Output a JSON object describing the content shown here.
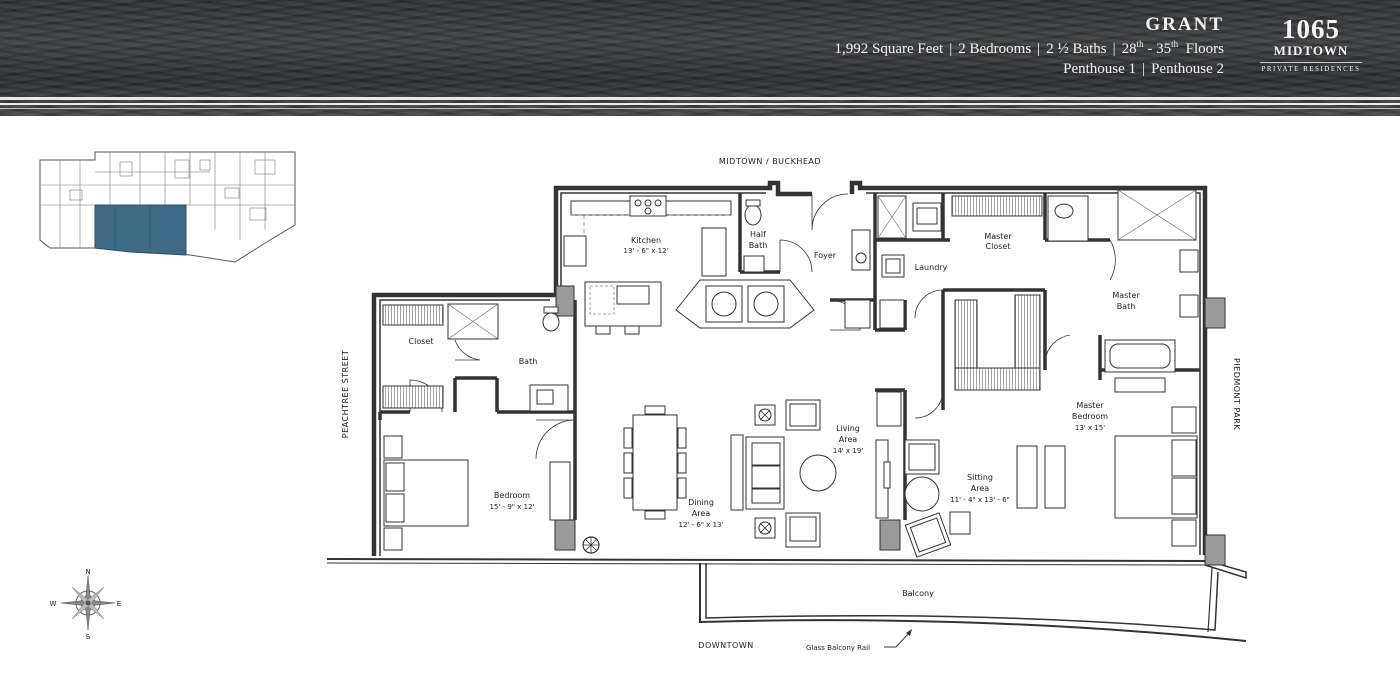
{
  "header": {
    "plan_name": "GRANT",
    "square_feet": "1,992 Square Feet",
    "bedrooms": "2 Bedrooms",
    "baths": "2 ½ Baths",
    "floors_from": "28",
    "floors_to": "35",
    "floors_sup": "th",
    "floors_word": "Floors",
    "unit_1": "Penthouse 1",
    "unit_2": "Penthouse 2"
  },
  "logo": {
    "number": "1065",
    "name": "MIDTOWN",
    "tagline": "PRIVATE RESIDENCES"
  },
  "directions": {
    "top": "MIDTOWN / BUCKHEAD",
    "left": "PEACHTREE STREET",
    "right": "PIEDMONT PARK",
    "bottom": "DOWNTOWN"
  },
  "compass": {
    "n": "N",
    "s": "S",
    "e": "E",
    "w": "W"
  },
  "rooms": {
    "kitchen": {
      "name": "Kitchen",
      "dims": "13' - 6\" x 12'"
    },
    "half_bath": {
      "name1": "Half",
      "name2": "Bath"
    },
    "foyer": {
      "name": "Foyer"
    },
    "laundry": {
      "name": "Laundry"
    },
    "master_closet": {
      "name1": "Master",
      "name2": "Closet"
    },
    "master_bath": {
      "name1": "Master",
      "name2": "Bath"
    },
    "closet": {
      "name": "Closet"
    },
    "bath": {
      "name": "Bath"
    },
    "bedroom": {
      "name": "Bedroom",
      "dims": "15' - 9\" x 12'"
    },
    "dining": {
      "name1": "Dining",
      "name2": "Area",
      "dims": "12' - 6\" x 13'"
    },
    "living": {
      "name1": "Living",
      "name2": "Area",
      "dims": "14' x 19'"
    },
    "sitting": {
      "name1": "Sitting",
      "name2": "Area",
      "dims": "11' - 4\" x 13' - 6\""
    },
    "master_bedroom": {
      "name1": "Master",
      "name2": "Bedroom",
      "dims": "13' x 15'"
    },
    "balcony": {
      "name": "Balcony"
    }
  },
  "annotations": {
    "glass_rail": "Glass Balcony Rail"
  },
  "colors": {
    "header_bg": "#333537",
    "highlight_unit": "#3f6a86"
  }
}
